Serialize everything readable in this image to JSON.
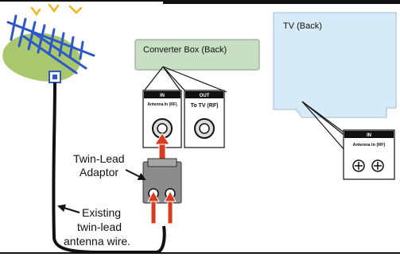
{
  "converter": {
    "title": "Converter Box (Back)",
    "in_header": "IN",
    "in_label": "Antenna In (RF)",
    "out_header": "OUT",
    "out_label": "To TV (RF)"
  },
  "tv": {
    "title": "TV (Back)",
    "in_header": "IN",
    "in_label": "Antenna In (RF)"
  },
  "adaptor_label": [
    "Twin-Lead",
    "Adaptor"
  ],
  "wire_label": [
    "Existing",
    "twin-lead",
    "antenna wire."
  ],
  "colors": {
    "converter_box": "#c9dfc3",
    "tv_body": "#d7eaf7",
    "antenna_blue": "#2d58c8",
    "antenna_blob": "#a9c86d",
    "arrow_red": "#d93b1f",
    "cable_black": "#111111",
    "lightning": "#f2b51c"
  }
}
